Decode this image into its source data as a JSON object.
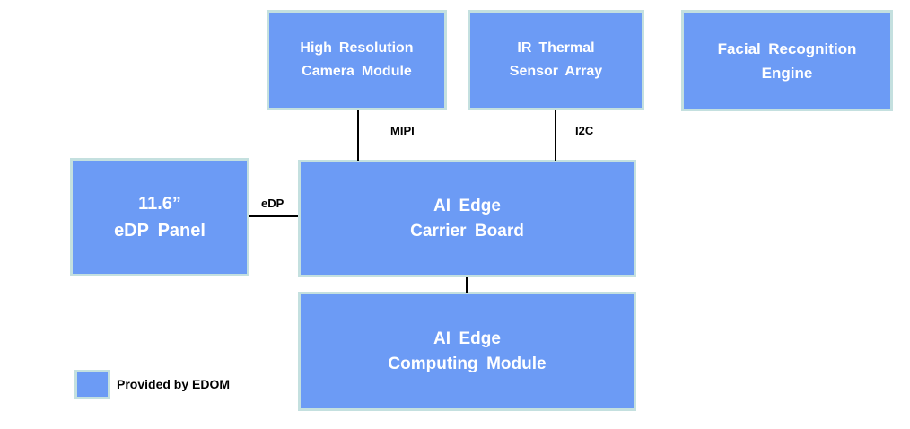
{
  "boxes": {
    "camera": {
      "line1": "High Resolution",
      "line2": "Camera Module"
    },
    "ir": {
      "line1": "IR Thermal",
      "line2": "Sensor Array"
    },
    "facial": {
      "line1": "Facial Recognition",
      "line2": "Engine"
    },
    "panel": {
      "line1": "11.6”",
      "line2": "eDP Panel"
    },
    "carrier": {
      "line1": "AI Edge",
      "line2": "Carrier Board"
    },
    "computing": {
      "line1": "AI Edge",
      "line2": "Computing Module"
    }
  },
  "connections": {
    "mipi_label": "MIPI",
    "i2c_label": "I2C",
    "edp_label": "eDP"
  },
  "legend": {
    "label": "Provided by EDOM"
  },
  "colors": {
    "box_fill": "#6C9BF5",
    "box_border": "#C4E0DF",
    "connector_line": "#000000",
    "box_text": "#FFFFFF",
    "label_text": "#000000",
    "background": "#FFFFFF"
  }
}
